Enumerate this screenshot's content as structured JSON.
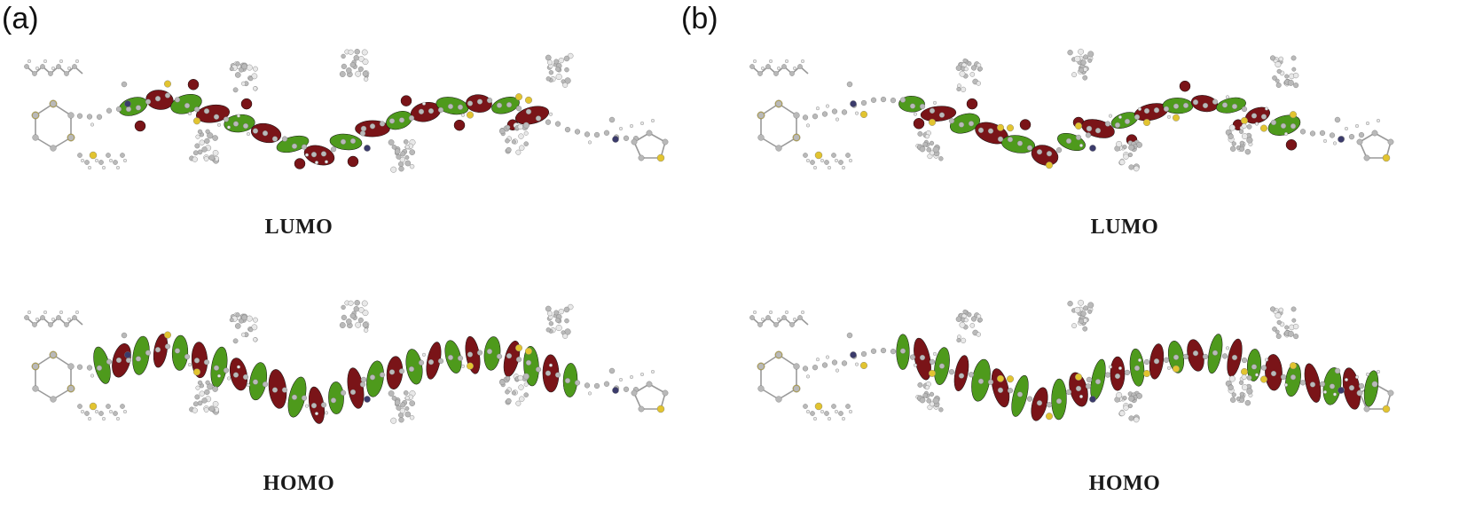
{
  "panels": [
    {
      "letter": "(a)",
      "orbitals": [
        {
          "label": "LUMO",
          "lobe_pattern": "lumo-a"
        },
        {
          "label": "HOMO",
          "lobe_pattern": "homo-a"
        }
      ]
    },
    {
      "letter": "(b)",
      "orbitals": [
        {
          "label": "LUMO",
          "lobe_pattern": "lumo-b"
        },
        {
          "label": "HOMO",
          "lobe_pattern": "homo-b"
        }
      ]
    }
  ],
  "colors": {
    "lobe_positive": "#4e9a1c",
    "lobe_negative": "#7a1418",
    "carbon": "#b9b9b9",
    "hydrogen": "#e8e8e8",
    "sulfur": "#e2c430",
    "nitrogen": "#3b3b6b",
    "bond": "#9a9a9a"
  }
}
